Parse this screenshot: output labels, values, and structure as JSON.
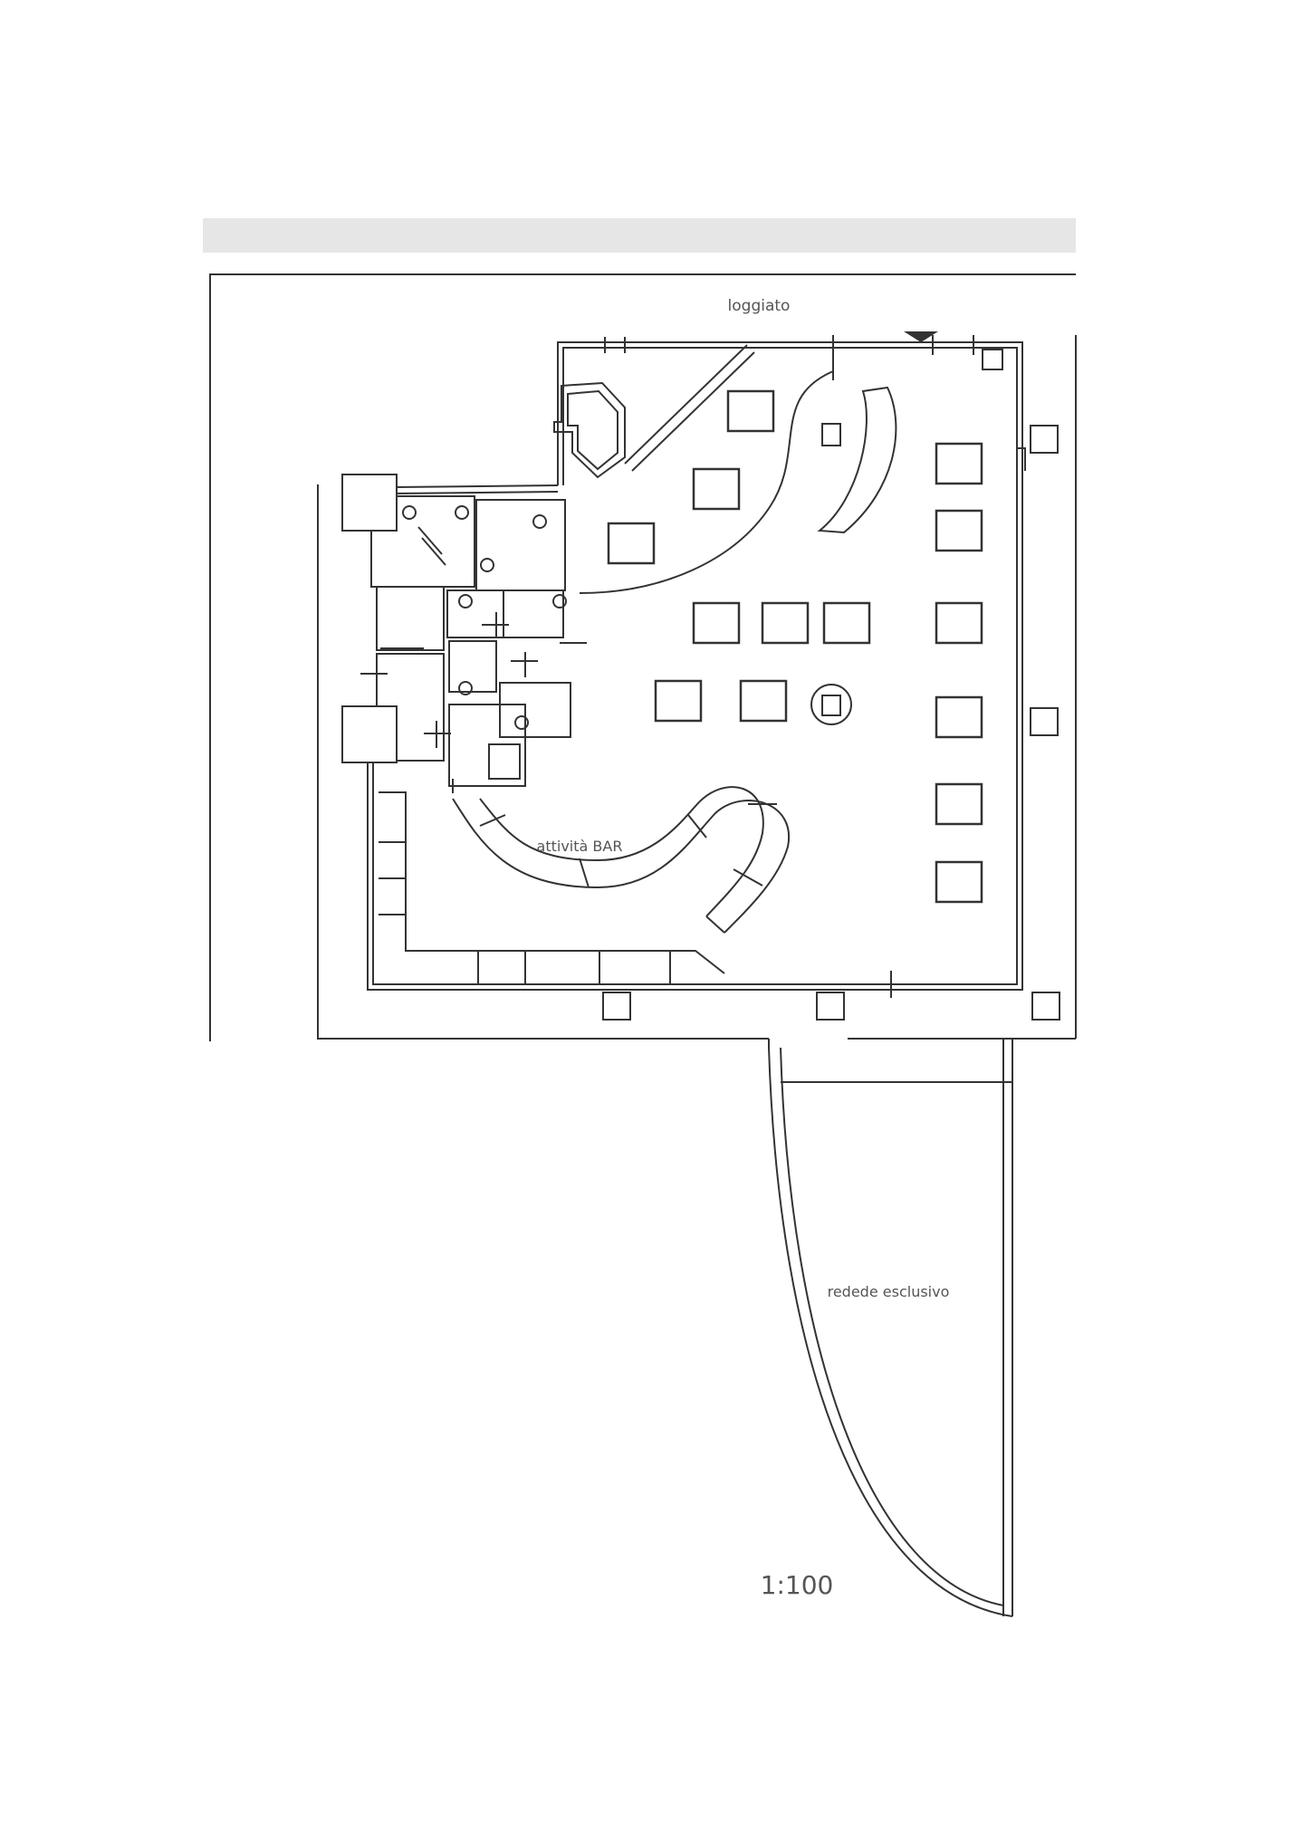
{
  "plan": {
    "labels": {
      "loggiato": "loggiato",
      "bar_activity": "attività BAR",
      "exclusive_garden": "redede esclusivo",
      "scale": "1:100"
    },
    "colors": {
      "line": "#333333",
      "header_band": "#e6e6e6",
      "background": "#ffffff"
    }
  }
}
